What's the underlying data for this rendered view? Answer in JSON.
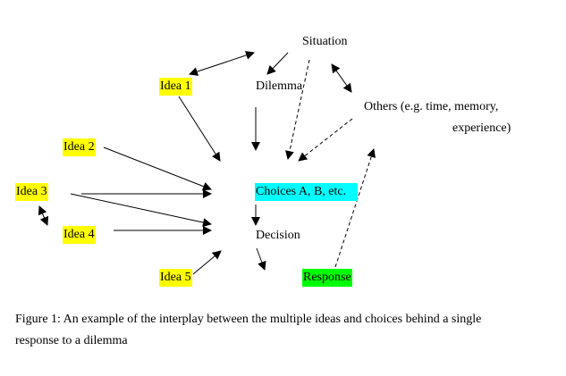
{
  "nodes": {
    "situation": "Situation",
    "dilemma": "Dilemma",
    "others_line1": "Others (e.g. time, memory,",
    "others_line2": "experience)",
    "idea1": "Idea 1",
    "idea2": "Idea 2",
    "idea3": "Idea 3",
    "idea4": "Idea 4",
    "idea5": "Idea 5",
    "choices": "Choices A, B, etc.",
    "decision": "Decision",
    "response": "Response"
  },
  "colors": {
    "idea": "#ffff00",
    "choices": "#00ffff",
    "response": "#00ff00"
  },
  "caption": {
    "line1": "Figure 1: An example of the interplay between the multiple ideas and choices behind a single",
    "line2": "response to a dilemma"
  }
}
